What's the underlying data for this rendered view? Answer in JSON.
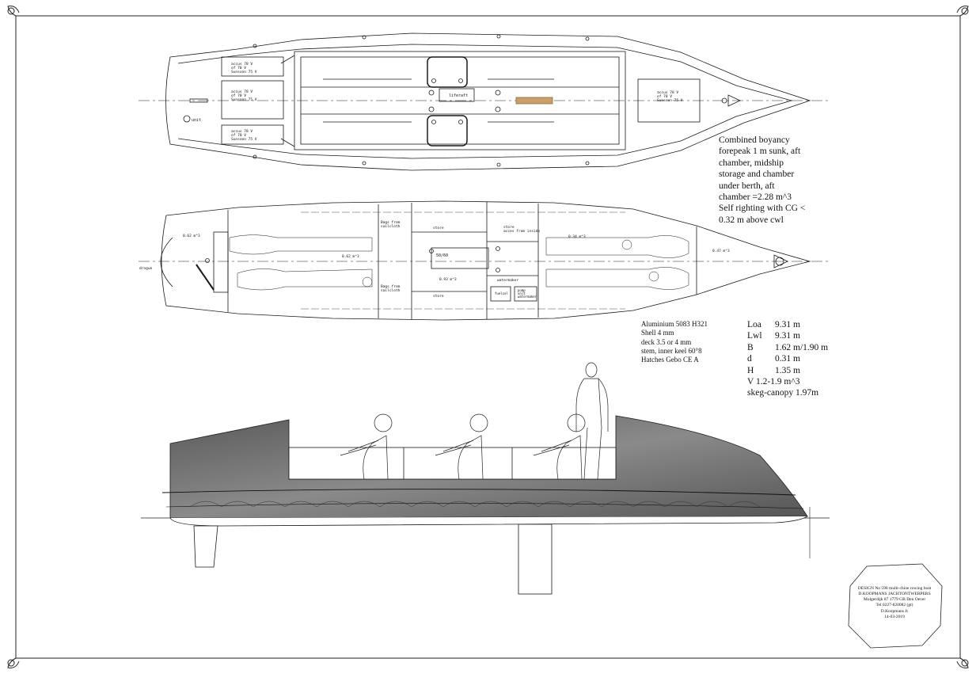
{
  "labels": {
    "batt_1a": "accus 78 V",
    "batt_1b": "of 70 V",
    "batt_1c": "Sunsoon 75 V",
    "unit": "unit",
    "liferaft": "liferaft",
    "buoy_aft": "0.62 m^3",
    "buoy_mid": "0.62 m^3",
    "buoy_fwd_chamber": "0.34 m^3",
    "buoy_bow": "0.47 m^3",
    "buoy_center": "0.93 m^3",
    "bags_1": "Bags from",
    "bags_2": "sailcloth",
    "store": "store",
    "store_access_1": "store",
    "store_access_2": "acces from inside",
    "hatch_size": "50/60",
    "watermaker": "watermaker",
    "fuelcel": "fuelcel",
    "pump_1": "pump",
    "pump_2": "unit",
    "pump_3": "watermaker",
    "drogue": "drogue"
  },
  "buoyancy_note": [
    "Combined boyancy",
    "forepeak 1 m sunk, aft",
    "chamber, midship",
    "storage and chamber",
    "under berth, aft",
    "chamber =2.28 m^3",
    "Self righting with CG <",
    "0.32 m above cwl"
  ],
  "material_note": [
    "Aluminium 5083 H321",
    "Shell  4 mm",
    "deck 3.5 or 4 mm",
    "stem, inner keel      60°8",
    "Hatches Gebo CE A"
  ],
  "dimensions": [
    {
      "k": "Loa",
      "v": "9.31 m"
    },
    {
      "k": "Lwl",
      "v": "9.31 m"
    },
    {
      "k": "B",
      "v": "1.62 m/1.90 m"
    },
    {
      "k": "d",
      "v": "0.31 m"
    },
    {
      "k": "H",
      "v": "1.35 m"
    }
  ],
  "dimensions_extra": [
    "V 1.2-1.9 m^3",
    "skeg-canopy 1.97m"
  ],
  "title_block": [
    "DESIGN No 598 multi-chine rowing boat",
    "D.KOOPMANS JACHTONTWERPERS",
    "Molgerdijk 87 1779 GB Den Oever",
    "Tel 0227-820082 (gt)",
    "D.Koopmans Jr",
    "14-03-2019"
  ],
  "colors": {
    "hull_shade": "#6a6a6a",
    "hull_dark": "#4b4b4b",
    "line": "#1a1a1a"
  }
}
